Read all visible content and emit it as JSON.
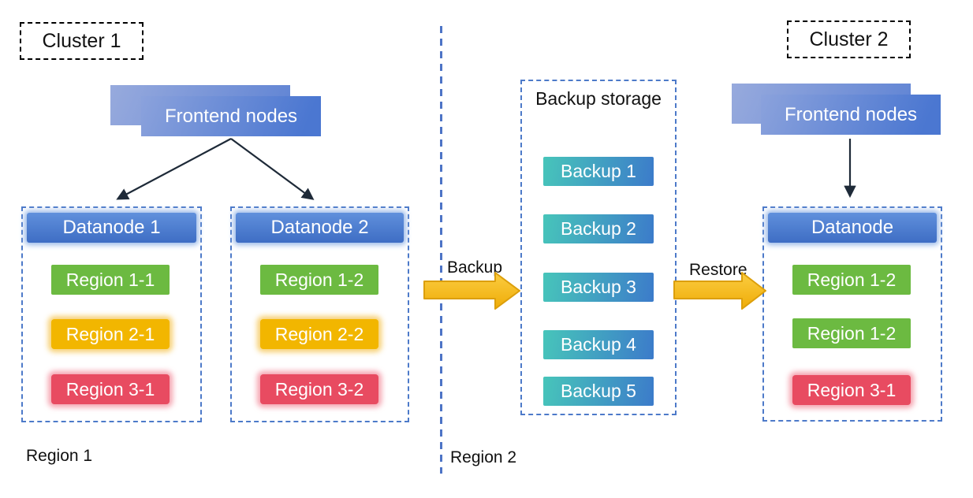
{
  "cluster1": {
    "label": "Cluster 1",
    "frontend_label": "Frontend nodes",
    "datanodes": [
      {
        "title": "Datanode 1",
        "regions": [
          {
            "label": "Region 1-1",
            "color": "green"
          },
          {
            "label": "Region 2-1",
            "color": "yellow"
          },
          {
            "label": "Region 3-1",
            "color": "red"
          }
        ]
      },
      {
        "title": "Datanode 2",
        "regions": [
          {
            "label": "Region 1-2",
            "color": "green"
          },
          {
            "label": "Region 2-2",
            "color": "yellow"
          },
          {
            "label": "Region 3-2",
            "color": "red"
          }
        ]
      }
    ],
    "region_label": "Region 1"
  },
  "backup_storage": {
    "title": "Backup storage",
    "items": [
      {
        "label": "Backup 1"
      },
      {
        "label": "Backup 2"
      },
      {
        "label": "Backup 3"
      },
      {
        "label": "Backup 4"
      },
      {
        "label": "Backup 5"
      }
    ],
    "region_label": "Region 2"
  },
  "cluster2": {
    "label": "Cluster 2",
    "frontend_label": "Frontend nodes",
    "datanode": {
      "title": "Datanode",
      "regions": [
        {
          "label": "Region 1-2",
          "color": "green"
        },
        {
          "label": "Region 1-2",
          "color": "green"
        },
        {
          "label": "Region 3-1",
          "color": "red"
        }
      ]
    }
  },
  "arrows": {
    "backup_label": "Backup",
    "restore_label": "Restore"
  },
  "colors": {
    "container_dash_blue": "#4d7ac9",
    "divider_blue": "#4d74c6",
    "datanode_header_blue_top": "#6090dc",
    "datanode_header_blue_bottom": "#3e6dc4",
    "frontend_blue_light": "#8ba2dc",
    "frontend_blue_dark": "#4b77d1",
    "region_green": "#6cba41",
    "region_yellow": "#f2b600",
    "region_red": "#e84b61",
    "backup_teal": "#47c5ba",
    "backup_blue": "#3c7bca",
    "block_arrow_gold": "#f5bd1f",
    "block_arrow_border": "#dc9f0b",
    "thin_arrow_dark": "#1e2a38",
    "cluster_border": "#000000"
  }
}
